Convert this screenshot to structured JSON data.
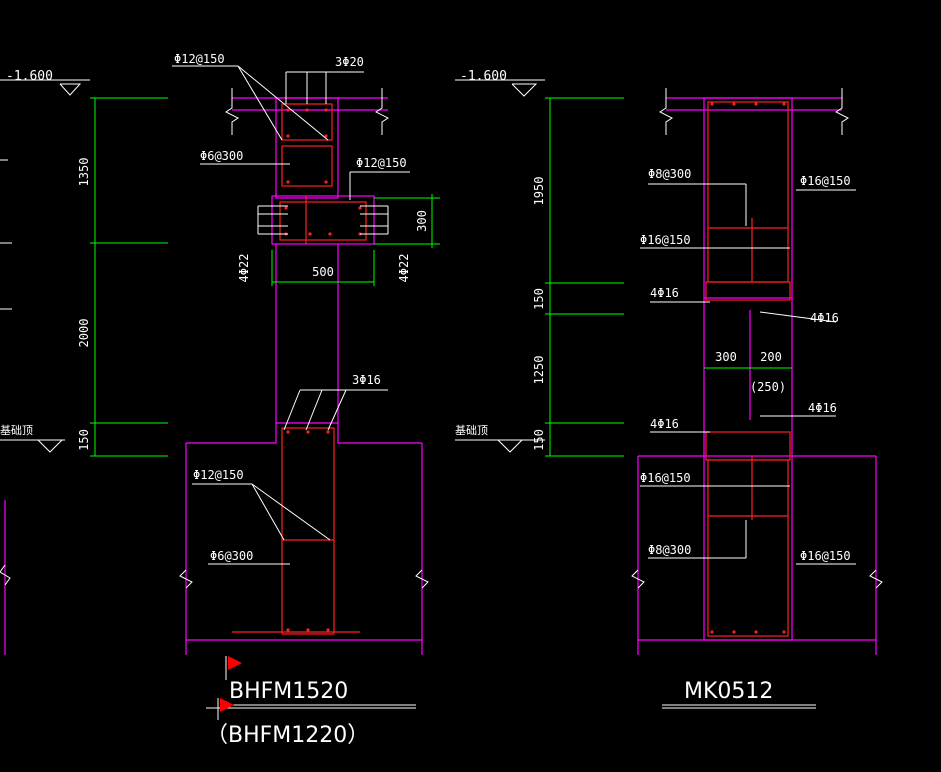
{
  "colors": {
    "background": "#000000",
    "text": "#ffffff",
    "dimension": "#00ff00",
    "outline": "#ff00ff",
    "rebar": "#ff2020",
    "marker_flag": "#ff0000"
  },
  "left_detail": {
    "elevation": "-1.600",
    "dims_vertical": [
      "1350",
      "2000",
      "150"
    ],
    "dim_opening_height": "300",
    "dim_opening_width": "500",
    "rebar_labels": {
      "top_main": "3Φ20",
      "top_stirrup_a": "Φ12@150",
      "top_tie": "Φ6@300",
      "side_stirrup": "Φ12@150",
      "left_side_bars": "4Φ22",
      "right_side_bars": "4Φ22",
      "bottom_main": "3Φ16",
      "bottom_stirrup": "Φ12@150",
      "bottom_tie": "Φ6@300"
    },
    "title": "BHFM1520",
    "subtitle": "（BHFM1220）"
  },
  "right_detail": {
    "elevation": "-1.600",
    "dims_vertical": [
      "1950",
      "150",
      "1250",
      "150"
    ],
    "dim_h_left": "300",
    "dim_h_right": "200",
    "dim_h_alt": "(250)",
    "rebar_labels": {
      "top_stirrup_tie": "Φ8@300",
      "top_right_bars": "Φ16@150",
      "top_mid_bars": "Φ16@150",
      "top_lintel_left": "4Φ16",
      "top_lintel_right": "4Φ16",
      "bot_lintel_left": "4Φ16",
      "bot_lintel_right": "4Φ16",
      "bottom_bars": "Φ16@150",
      "bottom_tie": "Φ8@300",
      "bottom_right_bars": "Φ16@150"
    },
    "title": "MK0512"
  },
  "edge_fragments": {
    "left_ground_label": "基础顶",
    "right_ground_label": "基础顶"
  }
}
